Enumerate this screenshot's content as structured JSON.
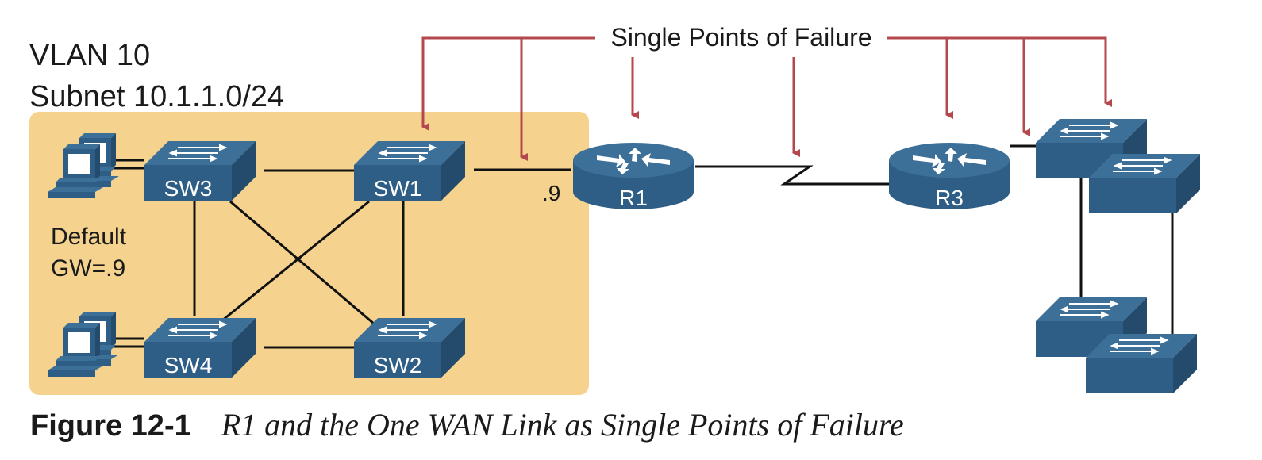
{
  "diagram": {
    "vlan_label": "VLAN 10",
    "subnet_label": "Subnet 10.1.1.0/24",
    "default_gw_line1": "Default",
    "default_gw_line2": "GW=.9",
    "r1_interface_label": ".9",
    "failure_label": "Single Points of Failure",
    "switches": {
      "sw1": "SW1",
      "sw2": "SW2",
      "sw3": "SW3",
      "sw4": "SW4"
    },
    "routers": {
      "r1": "R1",
      "r3": "R3"
    },
    "colors": {
      "lan_background": "#f5d38e",
      "device_blue": "#2e5e85",
      "device_top": "#3d7098",
      "arrow_red": "#b5484e",
      "link": "#111111"
    }
  },
  "caption": {
    "label": "Figure 12-1",
    "title": "R1 and the One WAN Link as Single Points of Failure"
  }
}
